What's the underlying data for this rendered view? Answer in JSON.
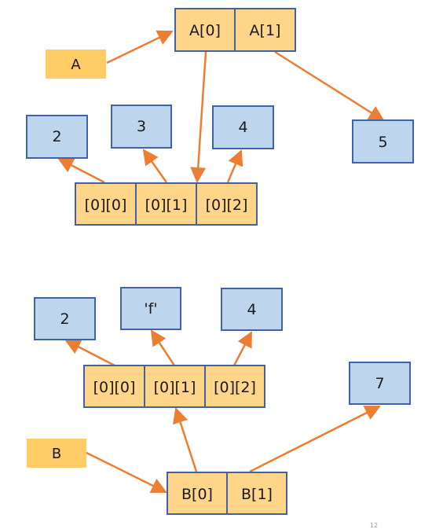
{
  "colors": {
    "cell_fill": "#FFD58A",
    "cell_stroke": "#3F62A8",
    "value_fill": "#BDD6EE",
    "value_stroke": "#3F62A8",
    "label_fill": "#FFCC66",
    "arrow": "#ED7D31"
  },
  "diagram_a": {
    "label": "A",
    "top_cells": [
      "A[0]",
      "A[1]"
    ],
    "row_cells": [
      "[0][0]",
      "[0][1]",
      "[0][2]"
    ],
    "values": [
      "2",
      "3",
      "4"
    ],
    "outer_value": "5"
  },
  "diagram_b": {
    "label": "B",
    "bottom_cells": [
      "B[0]",
      "B[1]"
    ],
    "row_cells": [
      "[0][0]",
      "[0][1]",
      "[0][2]"
    ],
    "values": [
      "2",
      "'f'",
      "4"
    ],
    "outer_value": "7"
  },
  "page_number": "12"
}
